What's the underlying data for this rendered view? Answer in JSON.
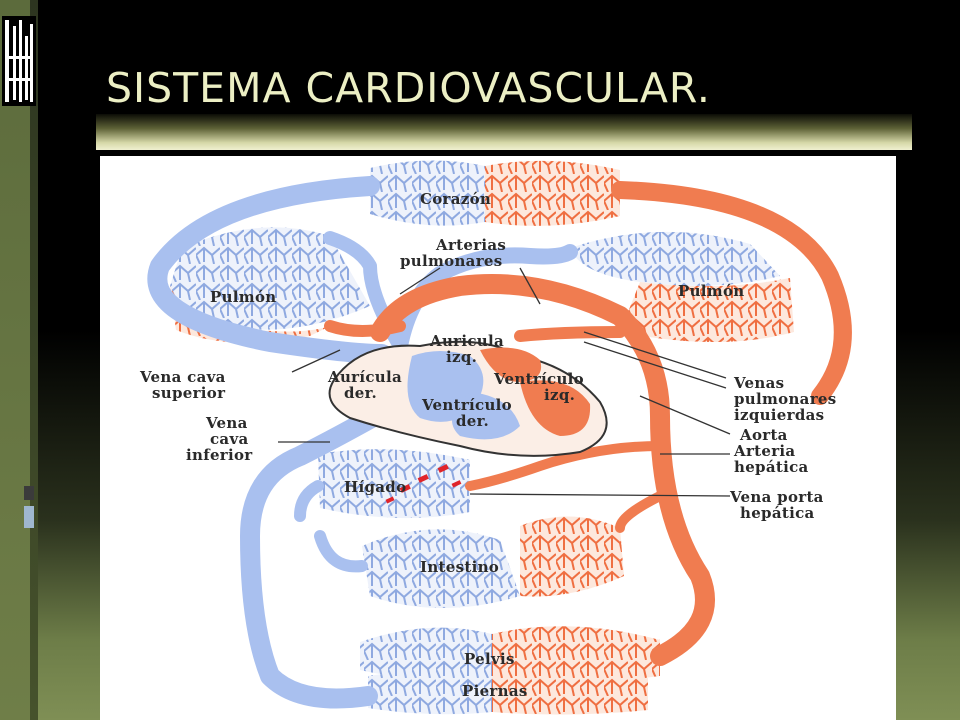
{
  "slide": {
    "title": "SISTEMA CARDIOVASCULAR."
  },
  "colors": {
    "venous": "#a9c0ef",
    "arterial": "#f07c50",
    "title_text": "#ecefc4",
    "background_top": "#000000",
    "background_bottom": "#7f8f55"
  },
  "diagram": {
    "labels": {
      "corazon": "Corazón",
      "arterias_1": "Arterias",
      "arterias_2": "pulmonares",
      "pulmon_left": "Pulmón",
      "pulmon_right": "Pulmón",
      "auricula_izq_1": "Auricula",
      "auricula_izq_2": "izq.",
      "vena_cava_sup_1": "Vena cava",
      "vena_cava_sup_2": "superior",
      "auricula_der_1": "Aurícula",
      "auricula_der_2": "der.",
      "ventriculo_izq_1": "Ventrículo",
      "ventriculo_izq_2": "izq.",
      "ventriculo_der_1": "Ventrículo",
      "ventriculo_der_2": "der.",
      "venas_pulm_1": "Venas",
      "venas_pulm_2": "pulmonares",
      "venas_pulm_3": "izquierdas",
      "aorta": "Aorta",
      "vena_cava_inf_1": "Vena",
      "vena_cava_inf_2": "cava",
      "vena_cava_inf_3": "inferior",
      "arteria_hep_1": "Arteria",
      "arteria_hep_2": "hepática",
      "higado": "Hígado",
      "vena_porta_1": "Vena porta",
      "vena_porta_2": "hepática",
      "intestino": "Intestino",
      "pelvis": "Pelvis",
      "piernas": "Piernas"
    }
  }
}
